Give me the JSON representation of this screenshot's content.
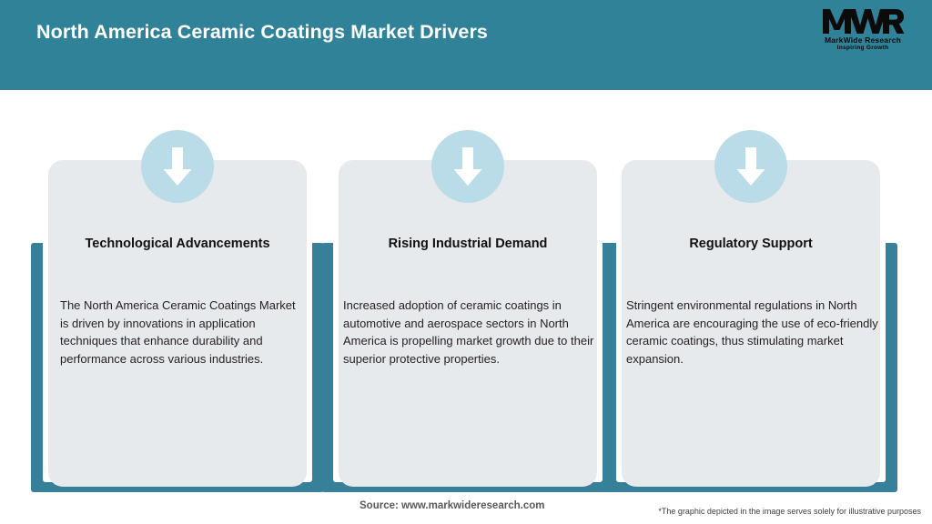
{
  "header": {
    "title": "North America Ceramic Coatings Market Drivers",
    "band_color": "#2F8298",
    "title_color": "#FFFFFF"
  },
  "logo": {
    "mark": "MWR",
    "name": "MarkWide Research",
    "tagline": "Inspiring Growth"
  },
  "theme": {
    "teal": "#37809A",
    "card_bg": "#E7EAEC",
    "circle_blue": "#B9DCE8",
    "arrow_white": "#FFFFFF"
  },
  "cards": [
    {
      "icon": "down-arrow-icon",
      "heading": "Technological Advancements",
      "body": "The North America Ceramic Coatings Market is driven by innovations in application techniques that enhance durability and performance across various industries."
    },
    {
      "icon": "down-arrow-icon",
      "heading": "Rising Industrial Demand",
      "body": "Increased adoption of ceramic coatings in automotive and aerospace sectors in North America is propelling market growth due to their superior protective properties."
    },
    {
      "icon": "down-arrow-icon",
      "heading": "Regulatory Support",
      "body": "Stringent environmental regulations in North America are encouraging the use of eco-friendly ceramic coatings, thus stimulating market expansion."
    }
  ],
  "footer": {
    "source": "Source: www.markwideresearch.com",
    "disclaimer": "*The graphic depicted in the image serves solely for illustrative purposes"
  }
}
